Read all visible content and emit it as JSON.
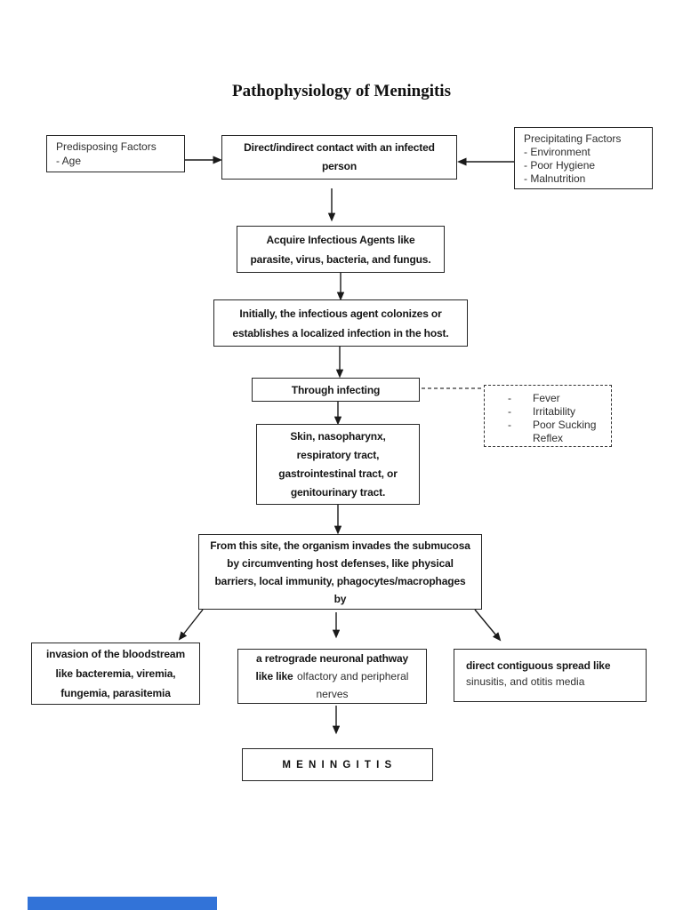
{
  "page": {
    "title": "Pathophysiology of Meningitis"
  },
  "colors": {
    "next_page_blue": "#3273d8",
    "line_black": "#1a1a1a"
  },
  "flow": {
    "predisposing": {
      "heading": "Predisposing Factors",
      "item": "- Age"
    },
    "contact": "Direct/indirect contact with an infected\nperson",
    "acquire": "Acquire Infectious Agents like\nparasite, virus, bacteria, and fungus.",
    "colonize": "Initially, the infectious agent colonizes or\nestablishes a localized infection in the host.",
    "through": "Through infecting",
    "signs": {
      "dash": "-",
      "items": [
        "Fever",
        "Irritability",
        "Poor Sucking Reflex"
      ]
    },
    "sites": "Skin, nasopharynx,\nrespiratory tract,\ngastrointestinal tract, or\ngenitourinary tract.",
    "invade": "From this site, the organism invades the submucosa\nby circumventing host defenses, like physical\nbarriers, local immunity, phagocytes/macrophages\nby",
    "bloodstream": "invasion of the bloodstream\nlike bacteremia, viremia,\nfungemia, parasitemia",
    "neuronal": {
      "line1": "a retrograde neuronal pathway",
      "line2_bold": "like like",
      "line2_regular": "olfactory and peripheral",
      "line3": "nerves"
    },
    "contiguous": {
      "line1": "direct contiguous spread like",
      "line2": "sinusitis, and otitis media"
    },
    "precipitating": {
      "heading": "Precipitating Factors",
      "items": [
        "- Environment",
        "- Poor Hygiene",
        "- Malnutrition"
      ]
    },
    "meningitis": "M E N I N G I T I S"
  }
}
